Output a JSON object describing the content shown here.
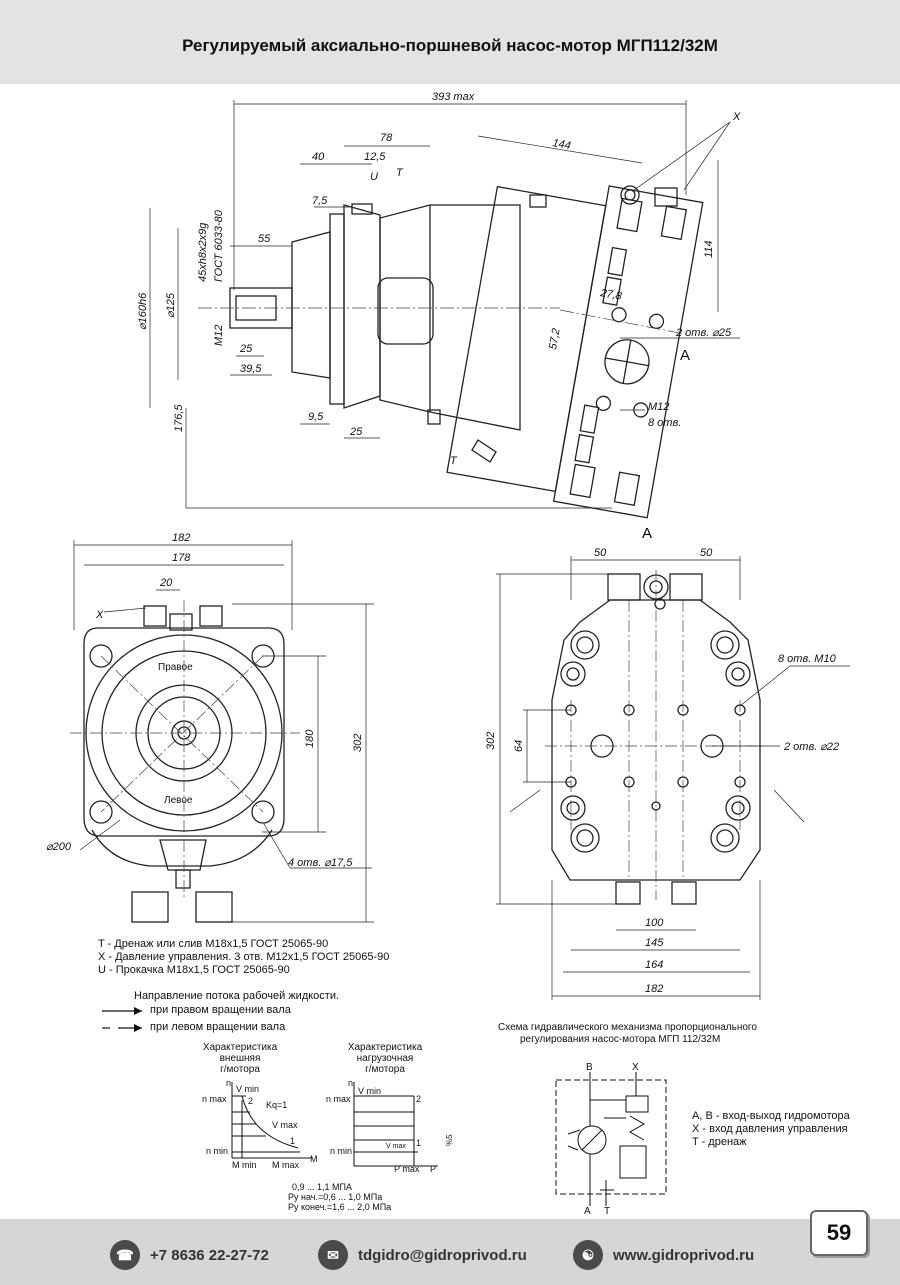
{
  "title": "Регулируемый аксиально-поршневой насос-мотор МГП112/32М",
  "side_view": {
    "dims": [
      "393 max",
      "78",
      "144",
      "40",
      "12,5",
      "7,5",
      "U",
      "T",
      "45xh8x2x9g",
      "ГОСТ 6033-80",
      "55",
      "⌀160h6",
      "⌀125",
      "M12",
      "25",
      "39,5",
      "176,5",
      "9,5",
      "25",
      "114",
      "27,8",
      "57,2",
      "2 отв. ⌀25",
      "A",
      "M12",
      "8 отв.",
      "T",
      "X"
    ]
  },
  "front_view": {
    "dims": [
      "182",
      "178",
      "20",
      "X",
      "180",
      "302",
      "⌀200",
      "4 отв. ⌀17,5"
    ],
    "labels": [
      "Правое",
      "Левое"
    ]
  },
  "view_a": {
    "title": "A",
    "dims": [
      "50",
      "50",
      "8 отв. M10",
      "302",
      "64",
      "2 отв. ⌀22",
      "100",
      "145",
      "164",
      "182"
    ]
  },
  "ports_legend": [
    "T  - Дренаж или слив M18x1,5 ГОСТ 25065-90",
    "X - Давление управления. 3 отв. M12x1,5 ГОСТ 25065-90",
    "U  - Прокачка M18x1,5 ГОСТ 25065-90"
  ],
  "flow": {
    "title": "Направление потока рабочей жидкости.",
    "right": "при правом вращении вала",
    "left": "при левом вращении вала"
  },
  "char_external": {
    "title": [
      "Характеристика",
      "внешняя",
      "г/мотора"
    ],
    "labels": [
      "n",
      "n max",
      "V min",
      "2",
      "Kq=1",
      "V max",
      "1",
      "n min",
      "M min",
      "M max",
      "M"
    ]
  },
  "char_load": {
    "title": [
      "Характеристика",
      "нагрузочная",
      "г/мотора"
    ],
    "labels": [
      "n",
      "n max",
      "V min",
      "2",
      "V max",
      "1",
      "n min",
      "P max",
      "P",
      "%5"
    ]
  },
  "pressure_notes": [
    "0,9 ... 1,1 МПА",
    "Ру нач.=0,6 ... 1,0 МПа",
    "Ру конеч.=1,6 ... 2,0 МПа"
  ],
  "schema": {
    "title": [
      "Схема гидравлического механизма пропорционального",
      "регулирования насос-мотора МГП 112/32М"
    ],
    "ports": [
      "B",
      "X",
      "A",
      "T"
    ],
    "legend": [
      "A, B - вход-выход гидромотора",
      "X - вход давления управления",
      "T - дренаж"
    ]
  },
  "footer": {
    "phone": "+7 8636 22-27-72",
    "email": "tdgidro@gidroprivod.ru",
    "web": "www.gidroprivod.ru",
    "page": "59"
  },
  "icons": [
    "phone-icon",
    "mail-icon",
    "globe-icon"
  ]
}
